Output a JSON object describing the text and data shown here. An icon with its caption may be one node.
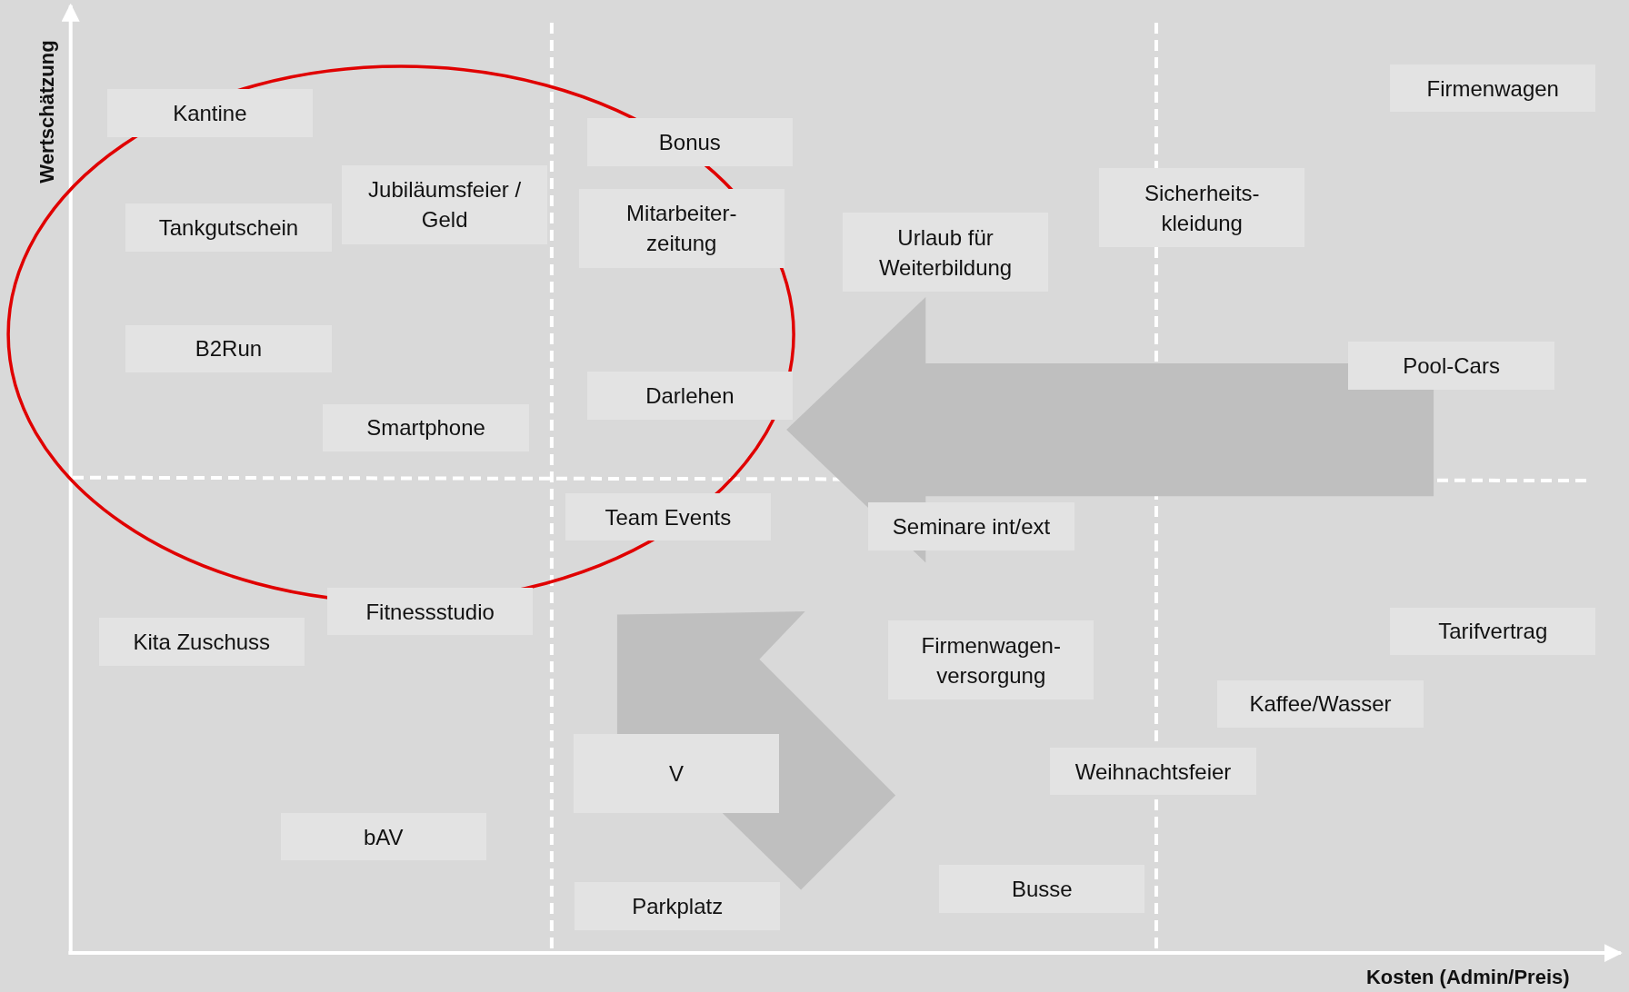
{
  "diagram": {
    "nodes": [
      {
        "text": [
          "Firmenwagen"
        ]
      },
      {
        "text": [
          "Kantine"
        ]
      },
      {
        "text": [
          "Bonus"
        ]
      },
      {
        "text": [
          "Jubiläumsfeier / Geld"
        ]
      },
      {
        "text": [
          "Sicherheits- kleidung"
        ]
      },
      {
        "text": [
          "Mitarbeiter- zeitung"
        ]
      },
      {
        "text": [
          "Tankgutschein"
        ]
      },
      {
        "text": [
          "Urlaub für Weiterbildung"
        ]
      },
      {
        "text": [
          "B2Run"
        ]
      },
      {
        "text": [
          "Pool-Cars"
        ]
      },
      {
        "text": [
          "Darlehen"
        ]
      },
      {
        "text": [
          "Smartphone"
        ]
      },
      {
        "text": [
          "Team Events"
        ]
      },
      {
        "text": [
          "Seminare int/ext"
        ]
      },
      {
        "text": [
          "Fitnessstudio"
        ]
      },
      {
        "text": [
          "Kita Zuschuss"
        ]
      },
      {
        "text": [
          "Tarifvertrag"
        ]
      },
      {
        "text": [
          "Firmenwagen- versorgung"
        ]
      },
      {
        "text": [
          "Kaffee/Wasser"
        ]
      },
      {
        "text": [
          "V"
        ]
      },
      {
        "text": [
          "Weihnachtsfeier"
        ]
      },
      {
        "text": [
          "bAV"
        ]
      },
      {
        "text": [
          "Busse"
        ]
      },
      {
        "text": [
          "Parkplatz"
        ]
      }
    ],
    "edges": [
      {
        "from": 9,
        "to": 10,
        "arrow": "to",
        "style": "thick",
        "color": "#bfbfbf"
      }
    ],
    "labels": [
      "Wertschätzung",
      "Kosten (Admin/Preis)"
    ]
  }
}
